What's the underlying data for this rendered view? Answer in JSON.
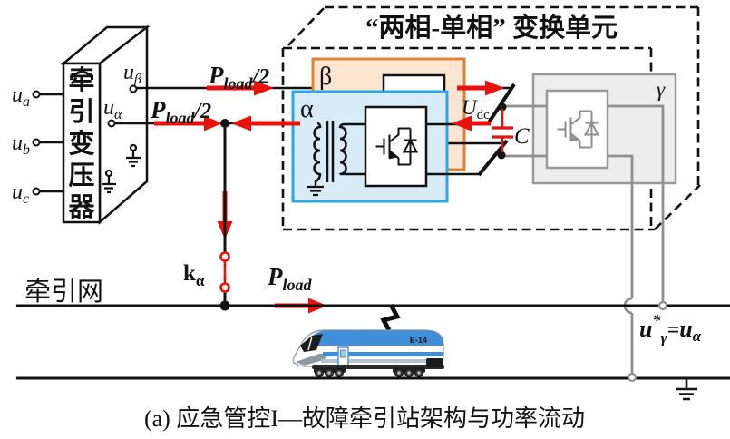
{
  "unit_title": "“两相-单相” 变换单元",
  "caption": "(a) 应急管控I—故障牵引站架构与功率流动",
  "traction_network_label": "牵引网",
  "transformer": {
    "chars": [
      "牵",
      "引",
      "变",
      "压",
      "器"
    ]
  },
  "terminals": {
    "ua": {
      "base": "u",
      "sub": "a"
    },
    "ub": {
      "base": "u",
      "sub": "b"
    },
    "uc": {
      "base": "u",
      "sub": "c"
    },
    "ubeta": {
      "base": "u",
      "sub": "β"
    },
    "ualpha": {
      "base": "u",
      "sub": "α"
    }
  },
  "power_labels": {
    "pload_half_top": {
      "base": "P",
      "sub": "load",
      "suffix": "/2"
    },
    "pload_half_mid": {
      "base": "P",
      "sub": "load",
      "suffix": "/2"
    },
    "pload": {
      "base": "P",
      "sub": "load"
    }
  },
  "switch_kalpha": {
    "base": "k",
    "sub": "α"
  },
  "dc_link": {
    "udc": {
      "base": "U",
      "sub": "dc"
    },
    "cap": "C"
  },
  "converters": {
    "alpha": "α",
    "beta": "β",
    "gamma": "γ"
  },
  "gamma_ref": {
    "base": "u",
    "sup": "*",
    "sub": "γ",
    "equals": "=",
    "base2": "u",
    "sub2": "α"
  },
  "train": {
    "model": "E-14"
  },
  "colors": {
    "power_red": "#E8120C",
    "alpha_border": "#2BA8E0",
    "alpha_fill": "#D9EBF7",
    "beta_border": "#DC8333",
    "beta_fill": "#FBE5D0",
    "gamma_gray": "#8F8F8F",
    "gamma_fill": "#EDEDED",
    "line_black": "#111111",
    "train_blue": "#3E8ED9"
  }
}
